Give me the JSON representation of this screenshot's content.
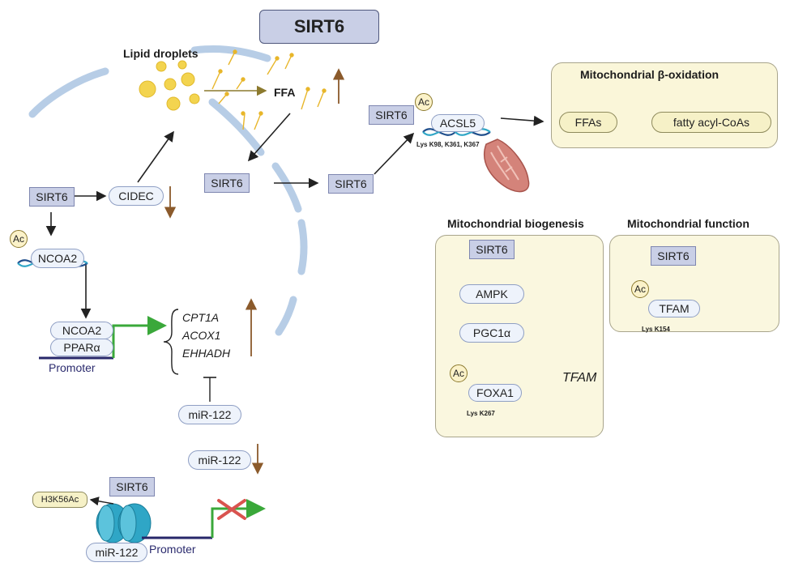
{
  "title": "SIRT6",
  "lipid": {
    "lipid_droplets": "Lipid droplets",
    "ffa": "FFA",
    "sirt6_mid": "SIRT6",
    "sirt6_right": "SIRT6",
    "sirt6_left": "SIRT6",
    "cidec": "CIDEC",
    "ncoa2_ac": "Ac",
    "ncoa2": "NCOA2",
    "complex_ncoa2": "NCOA2",
    "complex_ppara": "PPARα",
    "promoter": "Promoter",
    "genes": [
      "CPT1A",
      "ACOX1",
      "EHHADH"
    ],
    "mir122_inhibitor": "miR-122",
    "mir122_down": "miR-122",
    "sirt6_bottom": "SIRT6",
    "h3k56ac": "H3K56Ac",
    "mir122_gene": "miR-122",
    "promoter_bottom": "Promoter"
  },
  "oxidation": {
    "sirt6": "SIRT6",
    "ac": "Ac",
    "acsl5": "ACSL5",
    "lys_sites": "Lys K98, K361, K367",
    "box_title": "Mitochondrial β-oxidation",
    "ffas": "FFAs",
    "fatty_acyl": "fatty acyl-CoAs"
  },
  "biogenesis": {
    "title": "Mitochondrial biogenesis",
    "sirt6": "SIRT6",
    "ampk": "AMPK",
    "pgc1a": "PGC1α",
    "ac": "Ac",
    "foxa1": "FOXA1",
    "lys": "Lys K267",
    "tfam_gene": "TFAM"
  },
  "function": {
    "title": "Mitochondrial function",
    "sirt6": "SIRT6",
    "ac": "Ac",
    "tfam": "TFAM",
    "lys": "Lys K154"
  },
  "colors": {
    "sirt6_fill": "#c9cfe6",
    "pill_fill": "#eef3fb",
    "box_fill": "#faf7df",
    "arrow_up_down": "#8b5a2b",
    "promoter_arrow": "#3aa83a",
    "cross": "#d9534f",
    "dna": "#1f4e8c"
  }
}
